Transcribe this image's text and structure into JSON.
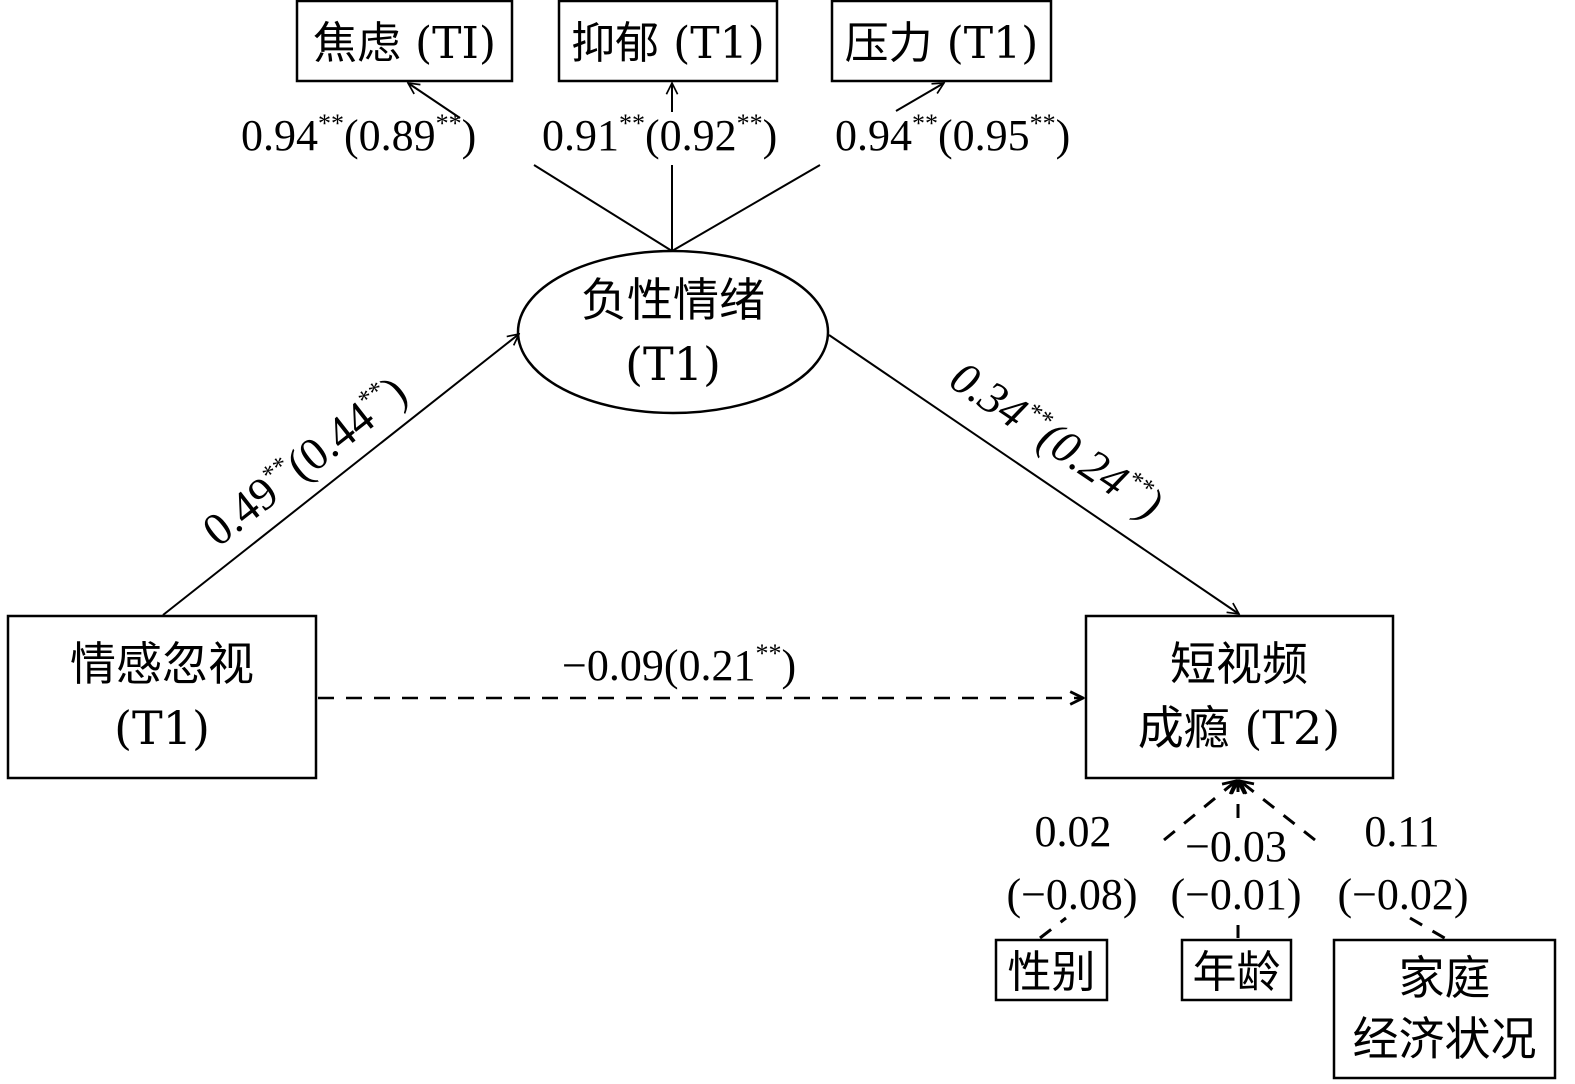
{
  "diagram": {
    "type": "mediation-path-model",
    "colors": {
      "stroke": "#000000",
      "background": "#ffffff"
    },
    "nodes": {
      "anxiety": {
        "label": "焦虑 (TI)",
        "shape": "rectangle"
      },
      "depression": {
        "label": "抑郁 (T1)",
        "shape": "rectangle"
      },
      "stress": {
        "label": "压力 (T1)",
        "shape": "rectangle"
      },
      "negative_emotion": {
        "lines": [
          "负性情绪",
          "(T1)"
        ],
        "shape": "ellipse"
      },
      "emotional_neglect": {
        "lines": [
          "情感忽视",
          "(T1)"
        ],
        "shape": "rectangle"
      },
      "short_video_addiction": {
        "lines": [
          "短视频",
          "成瘾 (T2)"
        ],
        "shape": "rectangle"
      },
      "gender": {
        "label": "性别",
        "shape": "rectangle"
      },
      "age": {
        "label": "年龄",
        "shape": "rectangle"
      },
      "family_ses": {
        "lines": [
          "家庭",
          "经济状况"
        ],
        "shape": "rectangle"
      }
    },
    "loadings": {
      "anxiety": {
        "value": "0.94",
        "sig": "**",
        "alt": "0.89",
        "alt_sig": "**"
      },
      "depression": {
        "value": "0.91",
        "sig": "**",
        "alt": "0.92",
        "alt_sig": "**"
      },
      "stress": {
        "value": "0.94",
        "sig": "**",
        "alt": "0.95",
        "alt_sig": "**"
      }
    },
    "paths": {
      "neglect_to_emotion": {
        "value": "0.49",
        "sig": "**",
        "alt": "0.44",
        "alt_sig": "**",
        "style": "solid"
      },
      "emotion_to_addiction": {
        "value": "0.34",
        "sig": "**",
        "alt": "0.24",
        "alt_sig": "**",
        "style": "solid"
      },
      "neglect_to_addiction": {
        "value": "−0.09",
        "sig": "",
        "alt": "0.21",
        "alt_sig": "**",
        "style": "dashed"
      }
    },
    "covariates": {
      "gender": {
        "value": "0.02",
        "alt": "(−0.08)",
        "style": "dashed"
      },
      "age": {
        "value": "−0.03",
        "alt": "(−0.01)",
        "style": "dashed"
      },
      "family_ses": {
        "value": "0.11",
        "alt": "(−0.02)",
        "style": "dashed"
      }
    }
  }
}
